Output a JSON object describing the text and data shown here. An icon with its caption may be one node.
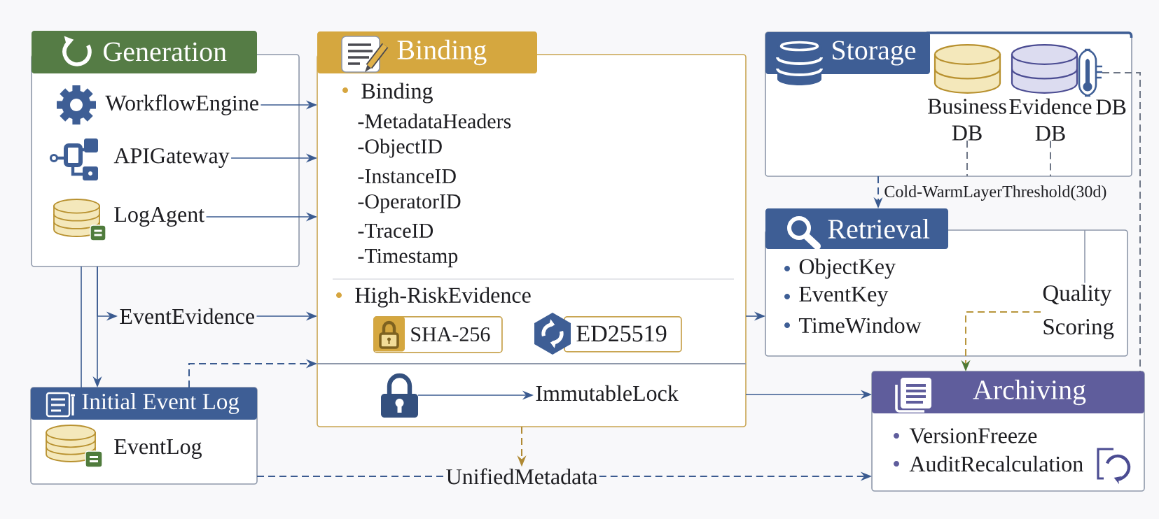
{
  "diagram": {
    "nodes": [
      {
        "text": [
          "Generation"
        ]
      },
      {
        "text": [
          "WorkflowEngine"
        ],
        "in": 0
      },
      {
        "text": [
          "APIGateway"
        ],
        "in": 0
      },
      {
        "text": [
          "LogAgent"
        ],
        "in": 0
      },
      {
        "text": [
          "EventEvidence"
        ]
      },
      {
        "text": [
          "Initial Event Log"
        ]
      },
      {
        "text": [
          "EventLog"
        ],
        "in": 5
      },
      {
        "text": [
          "Binding",
          "Binding",
          "-MetadataHeaders",
          "-ObjectID",
          "-InstanceID",
          "-OperatorID",
          "-TraceID",
          "-Timestamp",
          "High-RiskEvidence"
        ]
      },
      {
        "text": [
          "SHA-256"
        ],
        "in": 7
      },
      {
        "text": [
          "ED25519"
        ],
        "in": 7
      },
      {
        "text": [],
        "shape": "picture",
        "in": 7
      },
      {
        "text": [
          "ImmutableLock"
        ],
        "in": 7
      },
      {
        "text": [
          "UnifiedMetadata"
        ]
      },
      {
        "text": [
          "Storage"
        ]
      },
      {
        "text": [
          "Business DB"
        ],
        "in": 13
      },
      {
        "text": [
          "Evidence DB"
        ],
        "in": 13
      },
      {
        "text": [],
        "shape": "picture",
        "in": 13
      },
      {
        "text": [
          "Retrieval",
          "ObjectKey",
          "EventKey",
          "TimeWindow"
        ]
      },
      {
        "text": [
          "Quality Scoring"
        ],
        "in": 17
      },
      {
        "text": [
          "Archiving",
          "VersionFreeze",
          "AuditRecalculation"
        ]
      }
    ],
    "edges": [
      {
        "from": 1,
        "to": 7,
        "arrow": "to"
      },
      {
        "from": 2,
        "to": 7,
        "arrow": "to"
      },
      {
        "from": 3,
        "to": 7,
        "arrow": "to"
      },
      {
        "from": 0,
        "to": 5,
        "arrow": "to"
      },
      {
        "from": 0,
        "to": 4,
        "arrow": "to"
      },
      {
        "from": 0,
        "to": 5,
        "arrow": "none"
      },
      {
        "from": 4,
        "to": 7,
        "arrow": "to"
      },
      {
        "from": 5,
        "to": 7,
        "arrow": "to",
        "style": "dashed"
      },
      {
        "from": 10,
        "to": 11,
        "arrow": "to"
      },
      {
        "from": 7,
        "to": 17,
        "arrow": "to"
      },
      {
        "from": 7,
        "to": 19,
        "arrow": "to"
      },
      {
        "from": 7,
        "to": 12,
        "arrow": "to",
        "style": "dashed",
        "color": "#b08a34"
      },
      {
        "from": 5,
        "to": 12,
        "arrow": "none",
        "style": "dashed"
      },
      {
        "from": 12,
        "to": 19,
        "arrow": "to",
        "style": "dashed"
      },
      {
        "from": 14,
        "to": 13,
        "arrow": "none",
        "style": "dashed",
        "color": "#6e7686"
      },
      {
        "from": 15,
        "to": 13,
        "arrow": "none",
        "style": "dashed",
        "color": "#6e7686"
      },
      {
        "from": 13,
        "to": 17,
        "arrow": "to",
        "style": "dashed",
        "label": "Cold-WarmLayerThreshold(30d)"
      },
      {
        "from": 16,
        "to": 19,
        "arrow": "none",
        "style": "dashed",
        "color": "#6e7686"
      },
      {
        "from": 18,
        "to": 19,
        "arrow": "to",
        "style": "dashed",
        "color": "#b8963c"
      },
      {
        "from": 17,
        "to": 18,
        "arrow": "none",
        "color": "#8e98aa"
      }
    ],
    "labels": [
      "DB"
    ]
  }
}
